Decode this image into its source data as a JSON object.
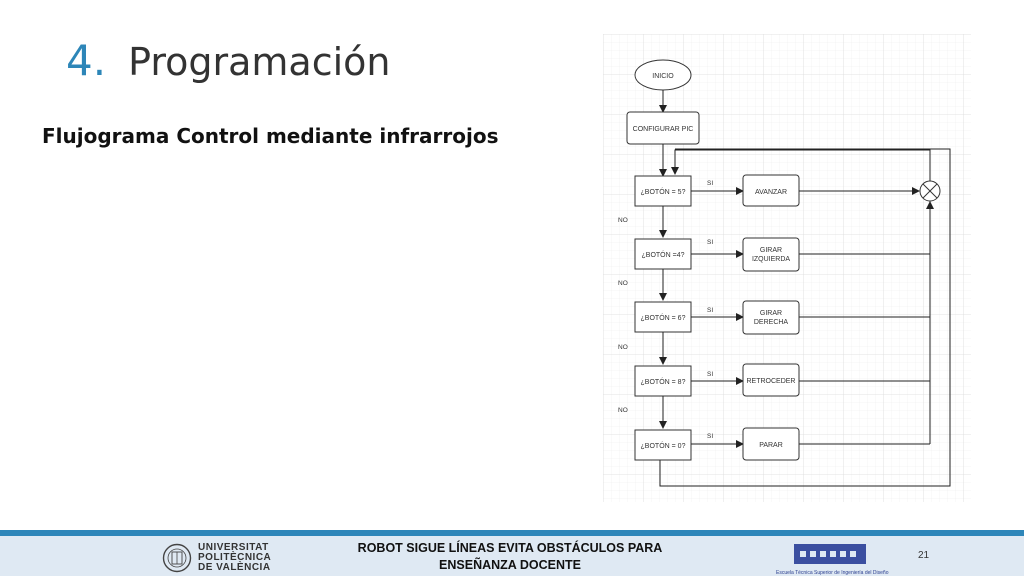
{
  "slide": {
    "number_prefix": "4.",
    "title": "Programación",
    "subtitle": "Flujograma Control mediante infrarrojos",
    "page_number": "21",
    "colors": {
      "accent": "#2e86b9",
      "footer_bg": "#dfe9f3",
      "title_number": "#2d86b8"
    }
  },
  "flowchart": {
    "start": "INICIO",
    "config": "CONFIGURAR PIC",
    "decisions": [
      "¿BOTÓN = 5?",
      "¿BOTÓN =4?",
      "¿BOTÓN = 6?",
      "¿BOTÓN = 8?",
      "¿BOTÓN = 0?"
    ],
    "actions": [
      {
        "line1": "AVANZAR",
        "line2": ""
      },
      {
        "line1": "GIRAR",
        "line2": "IZQUIERDA"
      },
      {
        "line1": "GIRAR",
        "line2": "DERECHA"
      },
      {
        "line1": "RETROCEDER",
        "line2": ""
      },
      {
        "line1": "PARAR",
        "line2": ""
      }
    ],
    "yes_label": "SI",
    "no_label": "NO"
  },
  "footer": {
    "university_lines": [
      "UNIVERSITAT",
      "POLITÈCNICA",
      "DE VALÈNCIA"
    ],
    "title_line1": "ROBOT SIGUE LÍNEAS EVITA OBSTÁCULOS PARA",
    "title_line2": "ENSEÑANZA  DOCENTE",
    "school_caption": "Escuela Técnica Superior de Ingeniería del Diseño"
  }
}
